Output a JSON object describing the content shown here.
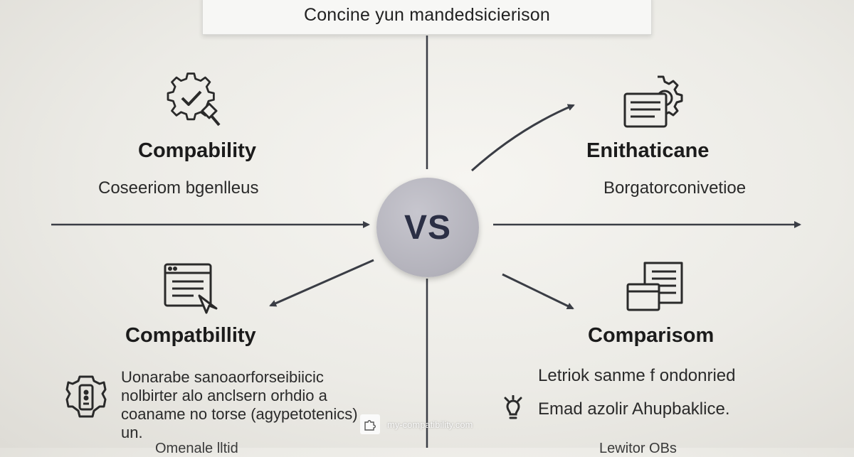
{
  "banner": {
    "text": "Concine yun mandedsicierison"
  },
  "center": {
    "label": "VS"
  },
  "quadrants": {
    "top_left": {
      "title": "Compability",
      "subtitle": "Coseeriom bgenlleus",
      "icon": "gear-check-icon"
    },
    "top_right": {
      "title": "Enithaticane",
      "subtitle": "Borgatorconivetioe",
      "icon": "document-gear-icon"
    },
    "bottom_left": {
      "title": "Compatbillity",
      "lines": [
        "Uonarabe sanoaorforseibiicic",
        "nolbirter alo anclsern orhdio a",
        "coaname no torse (agypetotenics)",
        "un."
      ],
      "cut_text": "Omenale lltid",
      "icon": "document-cursor-icon",
      "side_icon": "robot-icon"
    },
    "bottom_right": {
      "title": "Comparisom",
      "line1": "Letriok sanme f ondonried",
      "line2": "Emad azolir Ahupbaklice.",
      "cut_text": "Lewitor OBs",
      "icon": "stacked-documents-icon",
      "side_icon": "lightbulb-icon"
    }
  },
  "footer": {
    "site": "my-compatibility.com",
    "icon": "puzzle-icon"
  }
}
